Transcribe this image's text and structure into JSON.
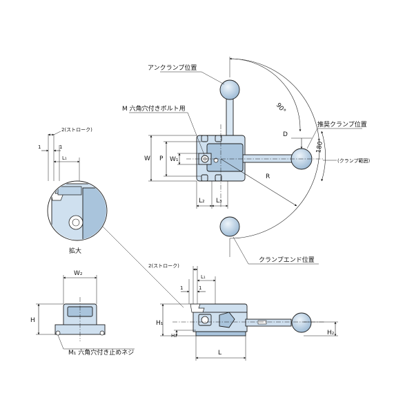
{
  "labels": {
    "unclamp_position": "アンクランプ位置",
    "m_hex_bolt": "M 六角穴付きボルト用",
    "recommended_clamp_position": "推奨クランプ位置",
    "clamp_range": "(クランプ範囲)",
    "clamp_end_position": "クランプエンド位置",
    "stroke_top": "2(ストローク)",
    "stroke_bottom": "2(ストローク)",
    "enlarged": "拡大",
    "m1_hex_setscrew": "M₁ 六角穴付き止めネジ",
    "angle_90": "90°",
    "angle_180": "180°"
  },
  "dims": {
    "W": "W",
    "P": "P",
    "W1": "W₁",
    "L2": "L₂",
    "L3": "L₃",
    "R": "R",
    "D": "D",
    "one_a": "1",
    "one_b": "1",
    "L1_top": "L₁",
    "W2": "W₂",
    "H": "H",
    "one_c": "1",
    "one_d": "1",
    "L1_bottom": "L₁",
    "H1": "H₁",
    "H3": "H₃",
    "H2": "H₂",
    "L": "L"
  }
}
